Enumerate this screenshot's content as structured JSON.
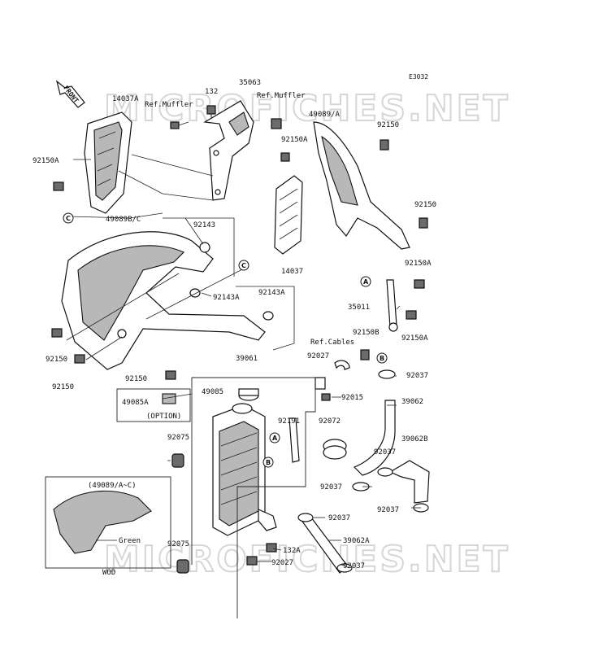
{
  "diagram_code": "E3032",
  "watermark": [
    "MICROFICHES.NET",
    "MICROFICHES.NET"
  ],
  "front_arrow": "FRONT",
  "labels": {
    "p14037A": "14037A",
    "refMuffler1": "Ref.Muffler",
    "p132": "132",
    "p35063": "35063",
    "refMuffler2": "Ref.Muffler",
    "p49089A": "49089/A",
    "p92150_tr": "92150",
    "p92150A_l": "92150A",
    "p92150A_m": "92150A",
    "p92150_r": "92150",
    "p92150A_r": "92150A",
    "p49089BC": "49089B/C",
    "p92143_a": "92143",
    "p92143A_a": "92143A",
    "p92143A_b": "92143A",
    "p14037": "14037",
    "p35011": "35011",
    "p92150A_r2": "92150A",
    "refCables": "Ref.Cables",
    "p92150B": "92150B",
    "p92027_a": "92027",
    "p92037_a": "92037",
    "p39061": "39061",
    "p92150_l1": "92150",
    "p92150_l2": "92150",
    "p92150_l3": "92150",
    "p49085": "49085",
    "p49085A": "49085A",
    "option": "(OPTION)",
    "p92015": "92015",
    "p39062": "39062",
    "p92191": "92191",
    "p92072": "92072",
    "p92075_a": "92075",
    "p39062B": "39062B",
    "p92037_b": "92037",
    "p92037_c": "92037",
    "p92037_d": "92037",
    "p92037_e": "92037",
    "p39062A": "39062A",
    "p92075_b": "92075",
    "p132A": "132A",
    "p92027_b": "92027",
    "p92037_f": "92037",
    "inset_ref": "(49089/A~C)",
    "green": "Green",
    "wod": "WOD"
  },
  "callouts": {
    "c1": "C",
    "c2": "C",
    "a1": "A",
    "a2": "A",
    "b1": "B",
    "b2": "B"
  }
}
